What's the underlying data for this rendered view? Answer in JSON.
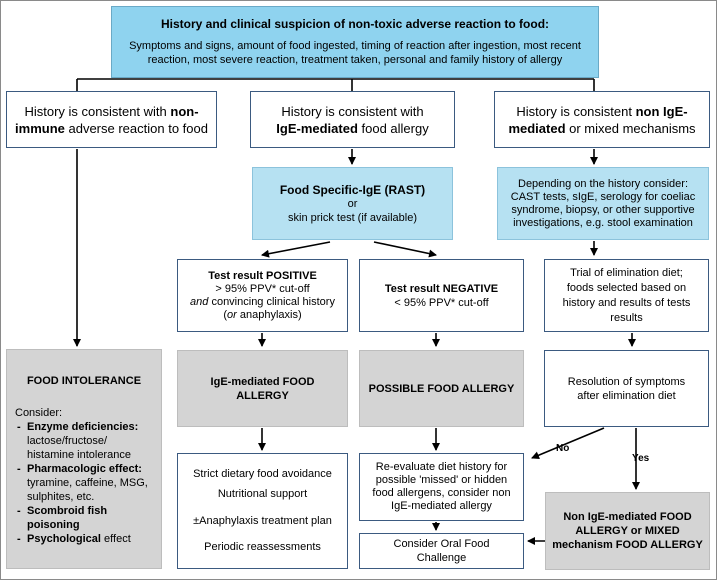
{
  "top": {
    "title": "History and clinical suspicion of non-toxic adverse reaction to food:",
    "body": "Symptoms and signs, amount of food ingested, timing of reaction after ingestion, most recent reaction, most severe reaction, treatment taken, personal and family history of allergy"
  },
  "col1": {
    "box_pre": "History is consistent with ",
    "box_bold": "non-immune",
    "box_post": " adverse reaction to food",
    "intol_title": "FOOD INTOLERANCE",
    "consider": "Consider:",
    "items": [
      {
        "bold": "Enzyme deficiencies:",
        "text": " lactose/fructose/ histamine intolerance"
      },
      {
        "bold": "Pharmacologic effect:",
        "text": " tyramine, caffeine, MSG, sulphites, etc."
      },
      {
        "bold": "Scombroid fish poisoning",
        "text": ""
      },
      {
        "bold": "Psychological",
        "text": " effect"
      }
    ]
  },
  "col2": {
    "box_pre": "History is consistent with",
    "box_bold": "IgE-mediated",
    "box_post": " food allergy",
    "test_title": "Food Specific-IgE (RAST)",
    "test_or": "or",
    "test_alt": "skin prick test (if available)",
    "pos_title": "Test result POSITIVE",
    "pos_line1": "> 95% PPV* cut-off",
    "pos_and": "and",
    "pos_line2": " convincing clinical history (",
    "pos_or": "or",
    "pos_line3": " anaphylaxis)",
    "neg_title": "Test result NEGATIVE",
    "neg_line": "< 95% PPV* cut-off",
    "ige_food": "IgE-mediated FOOD ALLERGY",
    "possible": "POSSIBLE FOOD ALLERGY",
    "mgmt": [
      "Strict dietary food avoidance",
      "Nutritional support",
      "±Anaphylaxis treatment plan",
      "Periodic reassessments"
    ],
    "reevaluate": "Re-evaluate diet history for possible 'missed' or hidden food allergens, consider non IgE-mediated allergy",
    "oral": "Consider Oral Food Challenge"
  },
  "col3": {
    "box_pre": "History is consistent ",
    "box_bold": "non IgE-mediated",
    "box_post": " or mixed mechanisms",
    "depend": "Depending on the history consider: CAST tests, sIgE, serology for coeliac syndrome, biopsy, or other supportive investigations, e.g. stool examination",
    "trial": "Trial of elimination diet; foods selected based on history and results of tests results",
    "resolution": "Resolution of symptoms after elimination diet",
    "no": "No",
    "yes": "Yes",
    "final": "Non IgE-mediated FOOD ALLERGY or MIXED mechanism FOOD ALLERGY"
  }
}
